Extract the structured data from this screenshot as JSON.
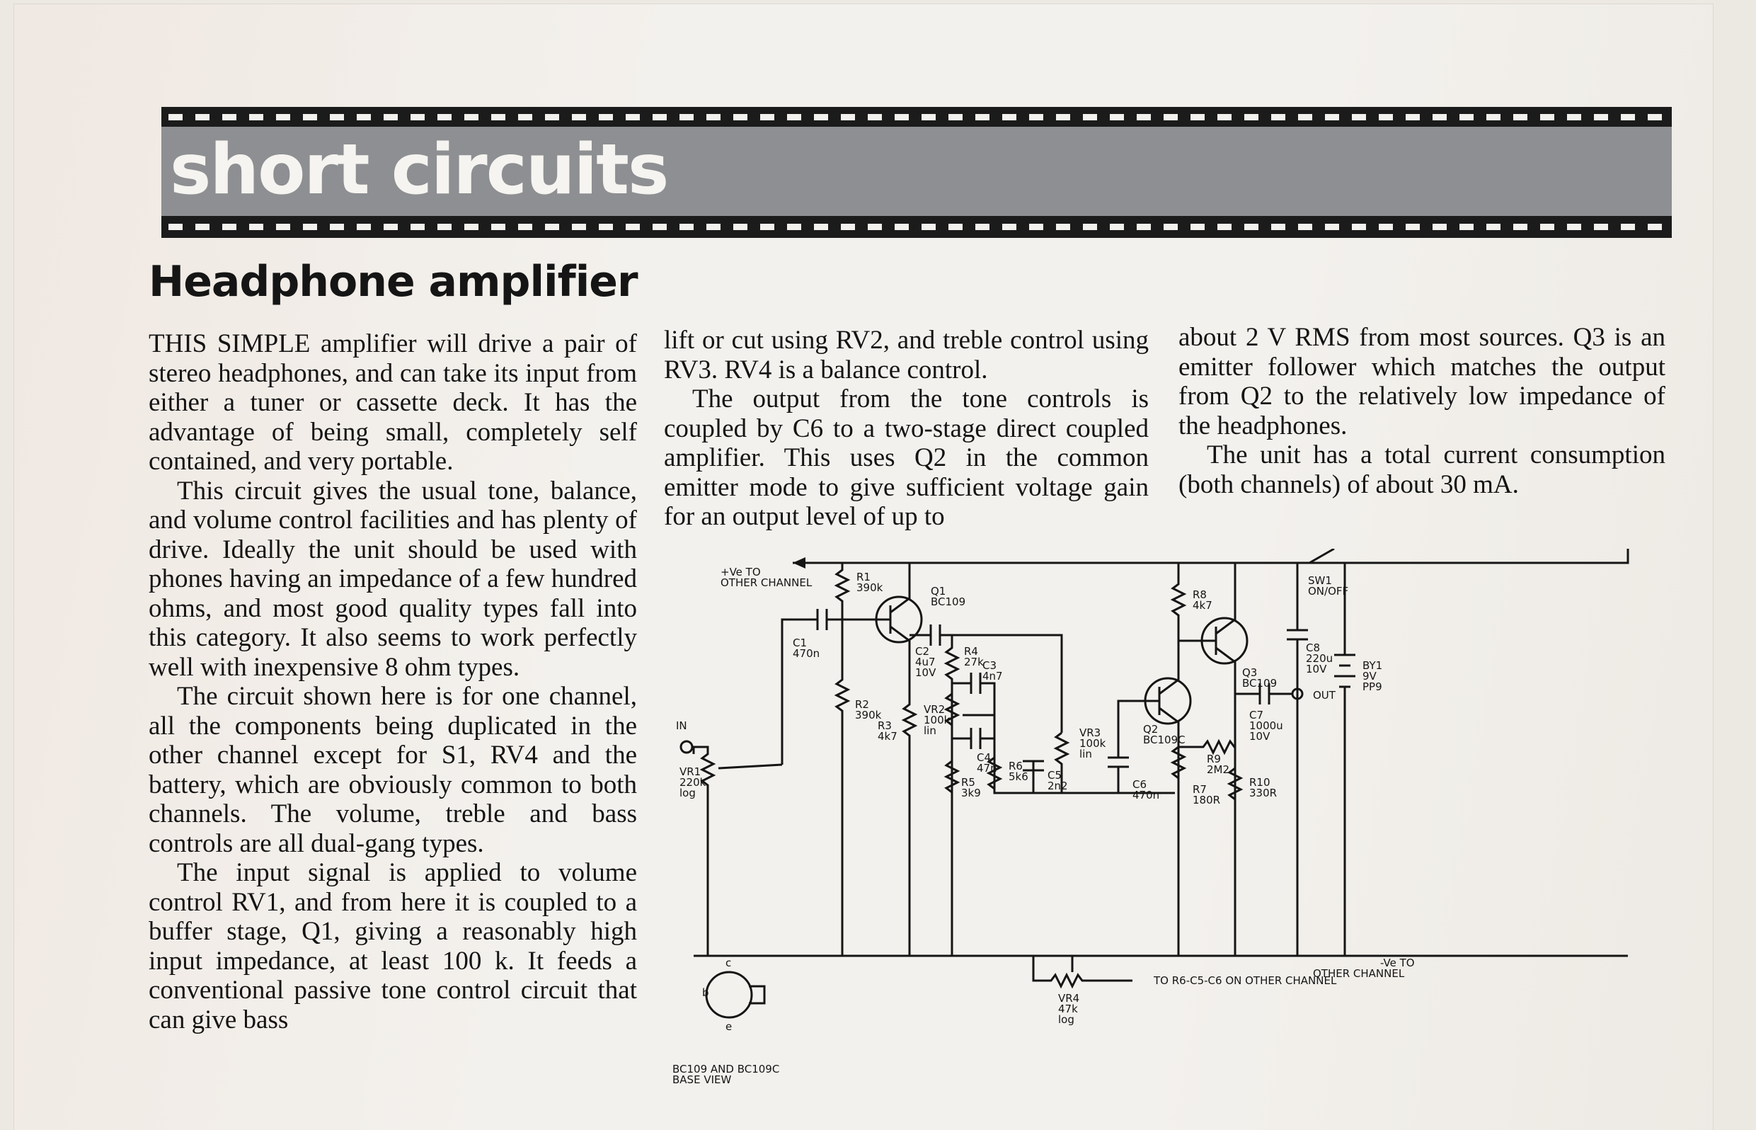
{
  "banner": {
    "title": "short circuits"
  },
  "article": {
    "title": "Headphone amplifier",
    "columns": [
      [
        "THIS SIMPLE amplifier will drive a pair of stereo headphones, and can take its input from either a tuner or cassette deck. It has the advantage of being small, completely self contained, and very portable.",
        "This circuit gives the usual tone, balance, and volume control facilities and has plenty of drive. Ideally the unit should be used with phones having an impedance of a few hundred ohms, and most good quality types fall into this category. It also seems to work perfectly well with inexpensive 8 ohm types.",
        "The circuit shown here is for one channel, all the components being duplicated in the other channel except for S1, RV4 and the battery, which are obviously common to both channels. The volume, treble and bass controls are all dual-gang types.",
        "The input signal is applied to volume control RV1, and from here it is coupled to a buffer stage, Q1, giving a reason­ably high input impedance, at least 100 k. It feeds a conventional passive tone control circuit that can give bass"
      ],
      [
        "lift or cut using RV2, and treble control using RV3. RV4 is a balance control.",
        "The output from the tone controls is coupled by C6 to a two-stage direct coupled amplifier. This uses Q2 in the common emitter mode to give sufficient voltage gain for an output level of up to"
      ],
      [
        "about 2 V RMS from most sources. Q3 is an emitter follower which matches the output from Q2 to the relatively low impedance of the headphones.",
        "The unit has a total current con­sumption (both channels) of about 30 mA."
      ]
    ]
  },
  "schematic": {
    "labels": {
      "vplus_1": "+Ve TO",
      "vplus_2": "OTHER CHANNEL",
      "r1_a": "R1",
      "r1_b": "390k",
      "q1_a": "Q1",
      "q1_b": "BC109",
      "c1_a": "C1",
      "c1_b": "470n",
      "c2_a": "C2",
      "c2_b": "4u7",
      "c2_c": "10V",
      "r4_a": "R4",
      "r4_b": "27k",
      "c3_a": "C3",
      "c3_b": "4n7",
      "r2_a": "R2",
      "r2_b": "390k",
      "r3_a": "R3",
      "r3_b": "4k7",
      "vr2_a": "VR2",
      "vr2_b": "100k",
      "vr2_c": "lin",
      "c4_a": "C4",
      "c4_b": "47n",
      "r5_a": "R5",
      "r5_b": "3k9",
      "r6_a": "R6",
      "r6_b": "5k6",
      "c5_a": "C5",
      "c5_b": "2n2",
      "vr3_a": "VR3",
      "vr3_b": "100k",
      "vr3_c": "lin",
      "c6_a": "C6",
      "c6_b": "470n",
      "in": "IN",
      "vr1_a": "VR1",
      "vr1_b": "220k",
      "vr1_c": "log",
      "r8_a": "R8",
      "r8_b": "4k7",
      "q3_a": "Q3",
      "q3_b": "BC109",
      "q2_a": "Q2",
      "q2_b": "BC109C",
      "r9_a": "R9",
      "r9_b": "2M2",
      "r7_a": "R7",
      "r7_b": "180R",
      "r10_a": "R10",
      "r10_b": "330R",
      "c7_a": "C7",
      "c7_b": "1000u",
      "c7_c": "10V",
      "c8_a": "C8",
      "c8_b": "220u",
      "c8_c": "10V",
      "sw1_a": "SW1",
      "sw1_b": "ON/OFF",
      "by1_a": "BY1",
      "by1_b": "9V",
      "by1_c": "PP9",
      "out": "OUT",
      "vminus_1": "-Ve TO",
      "vminus_2": "OTHER CHANNEL",
      "vr4_a": "VR4",
      "vr4_b": "47k",
      "vr4_c": "log",
      "to_r6": "TO R6-C5-C6 ON OTHER CHANNEL",
      "pin_c": "c",
      "pin_b": "b",
      "pin_e": "e",
      "base_1": "BC109 AND BC109C",
      "base_2": "BASE VIEW"
    }
  }
}
